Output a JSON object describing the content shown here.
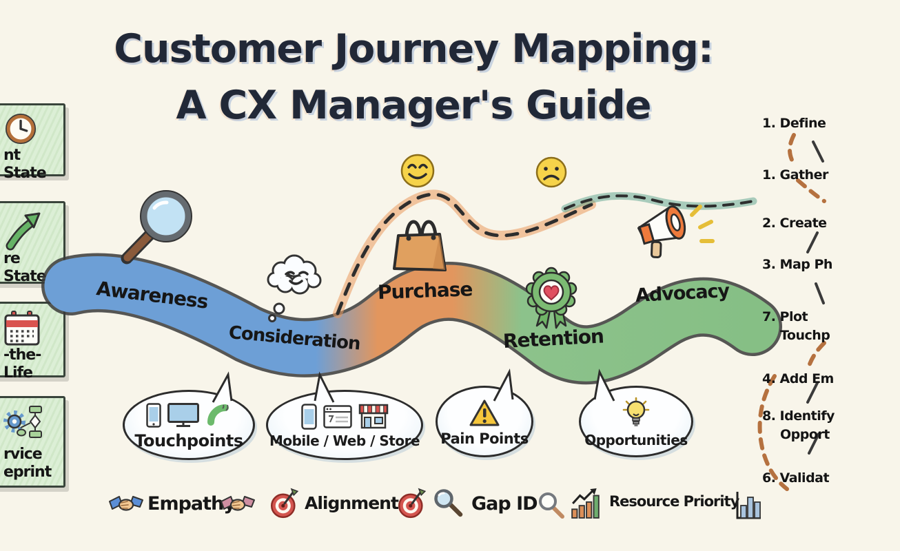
{
  "title": {
    "line1": "Customer Journey Mapping:",
    "line2": "A CX Manager's Guide"
  },
  "sidebar": {
    "items": [
      {
        "icon": "clock-icon",
        "label": "nt State"
      },
      {
        "icon": "growth-arrow-icon",
        "label": "re State"
      },
      {
        "icon": "calendar-icon",
        "label": "-the-Life"
      },
      {
        "icon": "service-flowchart-icon",
        "label": "rvice",
        "label2": "eprint"
      }
    ]
  },
  "journey": {
    "stages": [
      {
        "label": "Awareness",
        "color": "#6d9fd6",
        "icon": "magnifier-icon"
      },
      {
        "label": "Consideration",
        "color": "#6d9fd6",
        "icon": "thought-cloud-icon"
      },
      {
        "label": "Purchase",
        "color": "#e2965e",
        "icon": "shopping-bag-icon"
      },
      {
        "label": "Retention",
        "color": "#8cc28b",
        "icon": "award-ribbon-icon"
      },
      {
        "label": "Advocacy",
        "color": "#86bf85",
        "icon": "megaphone-icon"
      }
    ],
    "emotions": [
      {
        "icon": "happy-face-icon"
      },
      {
        "icon": "sad-face-icon"
      }
    ]
  },
  "bubbles": [
    {
      "label": "Touchpoints",
      "icons": [
        "smartphone-icon",
        "monitor-icon",
        "phone-call-icon"
      ]
    },
    {
      "label": "Mobile / Web / Store",
      "icons": [
        "mobile-icon",
        "browser-icon",
        "store-icon"
      ]
    },
    {
      "label": "Pain Points",
      "icons": [
        "warning-triangle-icon"
      ]
    },
    {
      "label": "Opportunities",
      "icons": [
        "lightbulb-icon"
      ]
    }
  ],
  "legend": [
    {
      "label": "Empathy",
      "icon": "handshake-icon"
    },
    {
      "label": "Alignment",
      "icon": "target-icon"
    },
    {
      "label": "Gap ID",
      "icon": "magnifier-icon"
    },
    {
      "label": "Resource Priority",
      "icon": "bar-chart-icon"
    }
  ],
  "steps": [
    {
      "text": "1. Define"
    },
    {
      "text": "1. Gather"
    },
    {
      "text": "2. Create"
    },
    {
      "text": "3. Map Ph"
    },
    {
      "text": "7. Plot",
      "text2": "Touchp"
    },
    {
      "text": "4. Add Em"
    },
    {
      "text": "8. Identify",
      "text2": "Opport"
    },
    {
      "text": "6. Validat"
    }
  ]
}
